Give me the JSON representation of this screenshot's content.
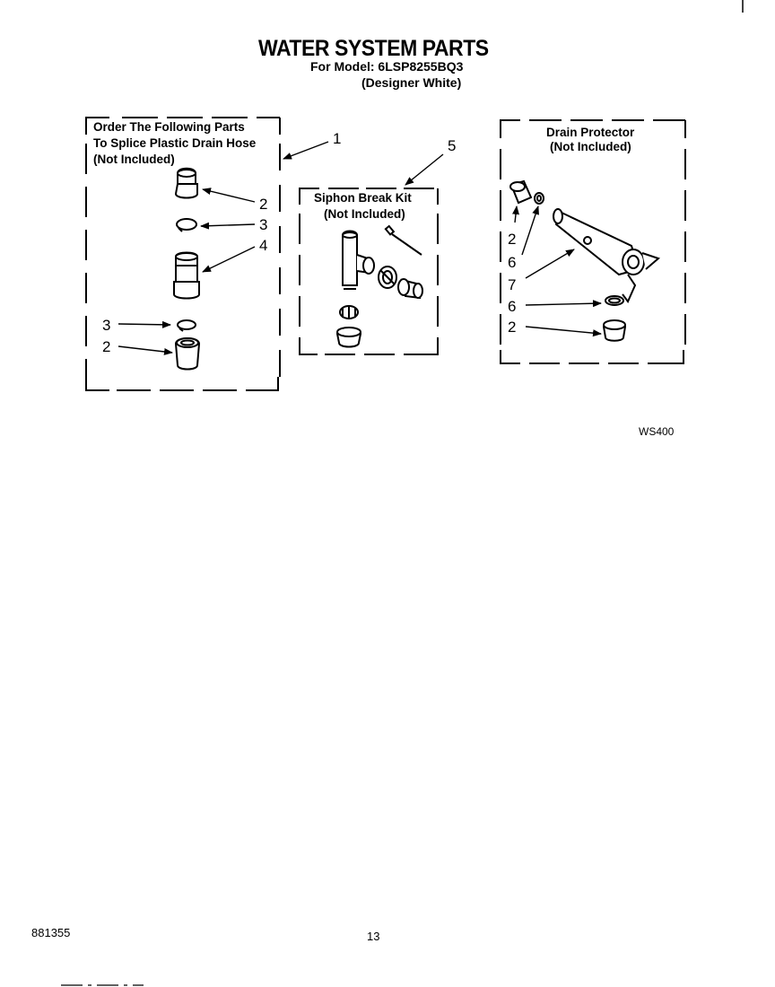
{
  "header": {
    "title": "WATER SYSTEM PARTS",
    "model_line": "For Model: 6LSP8255BQ3",
    "variant": "(Designer White)"
  },
  "groups": {
    "splice": {
      "lines": [
        "Order The Following Parts",
        "To Splice Plastic Drain Hose",
        "(Not Included)"
      ],
      "callout": "1"
    },
    "siphon": {
      "lines": [
        "Siphon Break Kit",
        "(Not Included)"
      ],
      "callout": "5"
    },
    "drain": {
      "lines": [
        "Drain Protector",
        "(Not Included)"
      ]
    }
  },
  "callouts": {
    "splice_a": "2",
    "splice_b": "3",
    "splice_c": "4",
    "splice_d": "3",
    "splice_e": "2",
    "drain_a": "2",
    "drain_b": "6",
    "drain_c": "7",
    "drain_d": "6",
    "drain_e": "2"
  },
  "footer": {
    "diagram_code": "WS400",
    "doc_number": "881355",
    "page": "13"
  }
}
